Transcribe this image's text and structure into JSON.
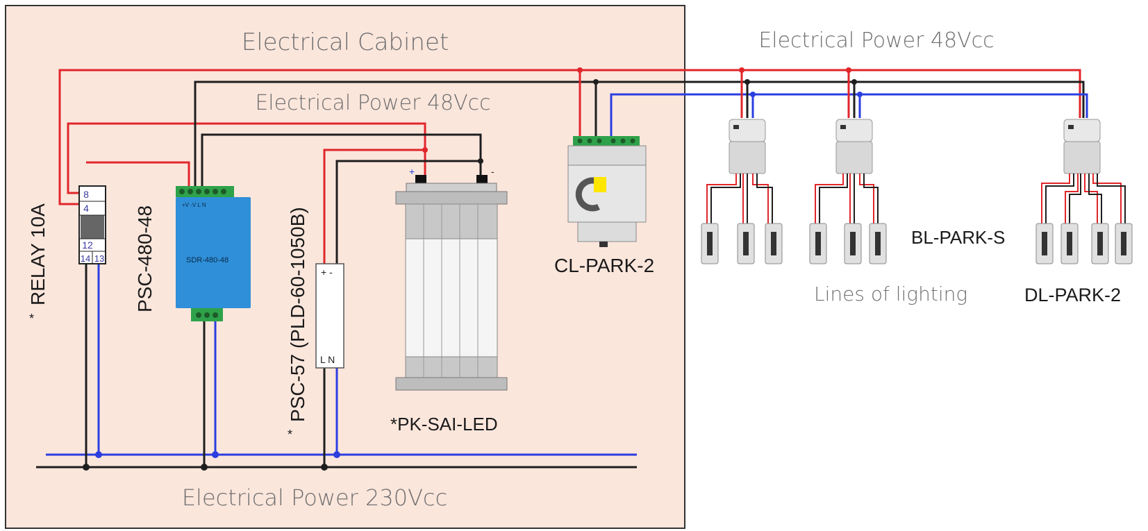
{
  "labels": {
    "cabinet_title": "Electrical Cabinet",
    "power_48_outer": "Electrical Power 48Vcc",
    "power_48_inner": "Electrical Power 48Vcc",
    "power_230": "Electrical Power 230Vcc",
    "relay": "RELAY 10A",
    "relay_star": "*",
    "psc480": "PSC-480-48",
    "psc57": "PSC-57 (PLD-60-1050B)",
    "psc57_star": "*",
    "pk_sai": "*PK-SAI-LED",
    "cl_park": "CL-PARK-2",
    "bl_park": "BL-PARK-S",
    "lines_of_lighting": "Lines of lighting",
    "dl_park": "DL-PARK-2"
  },
  "relay_terminals": [
    "8",
    "4",
    "12",
    "14",
    "13"
  ],
  "psu480_model": "SDR-480-48",
  "psu480_terminals": "+V -V L N",
  "psc57_terminals": {
    "top": "+ -",
    "bottom": "L N"
  },
  "battery_polarity": {
    "plus": "+",
    "minus": "-"
  },
  "colors": {
    "cabinet_bg": "#fbe6dc",
    "cabinet_border": "#333333",
    "wire_red": "#e0262a",
    "wire_black": "#1e1e1e",
    "wire_blue": "#2b3ee0",
    "psu_blue": "#2f8fd8",
    "terminal_green": "#2ea24a"
  },
  "icons": [
    "relay-module-icon",
    "power-supply-icon",
    "led-driver-icon",
    "battery-pack-icon",
    "controller-icon",
    "lighting-driver-icon",
    "light-fixture-icon"
  ]
}
